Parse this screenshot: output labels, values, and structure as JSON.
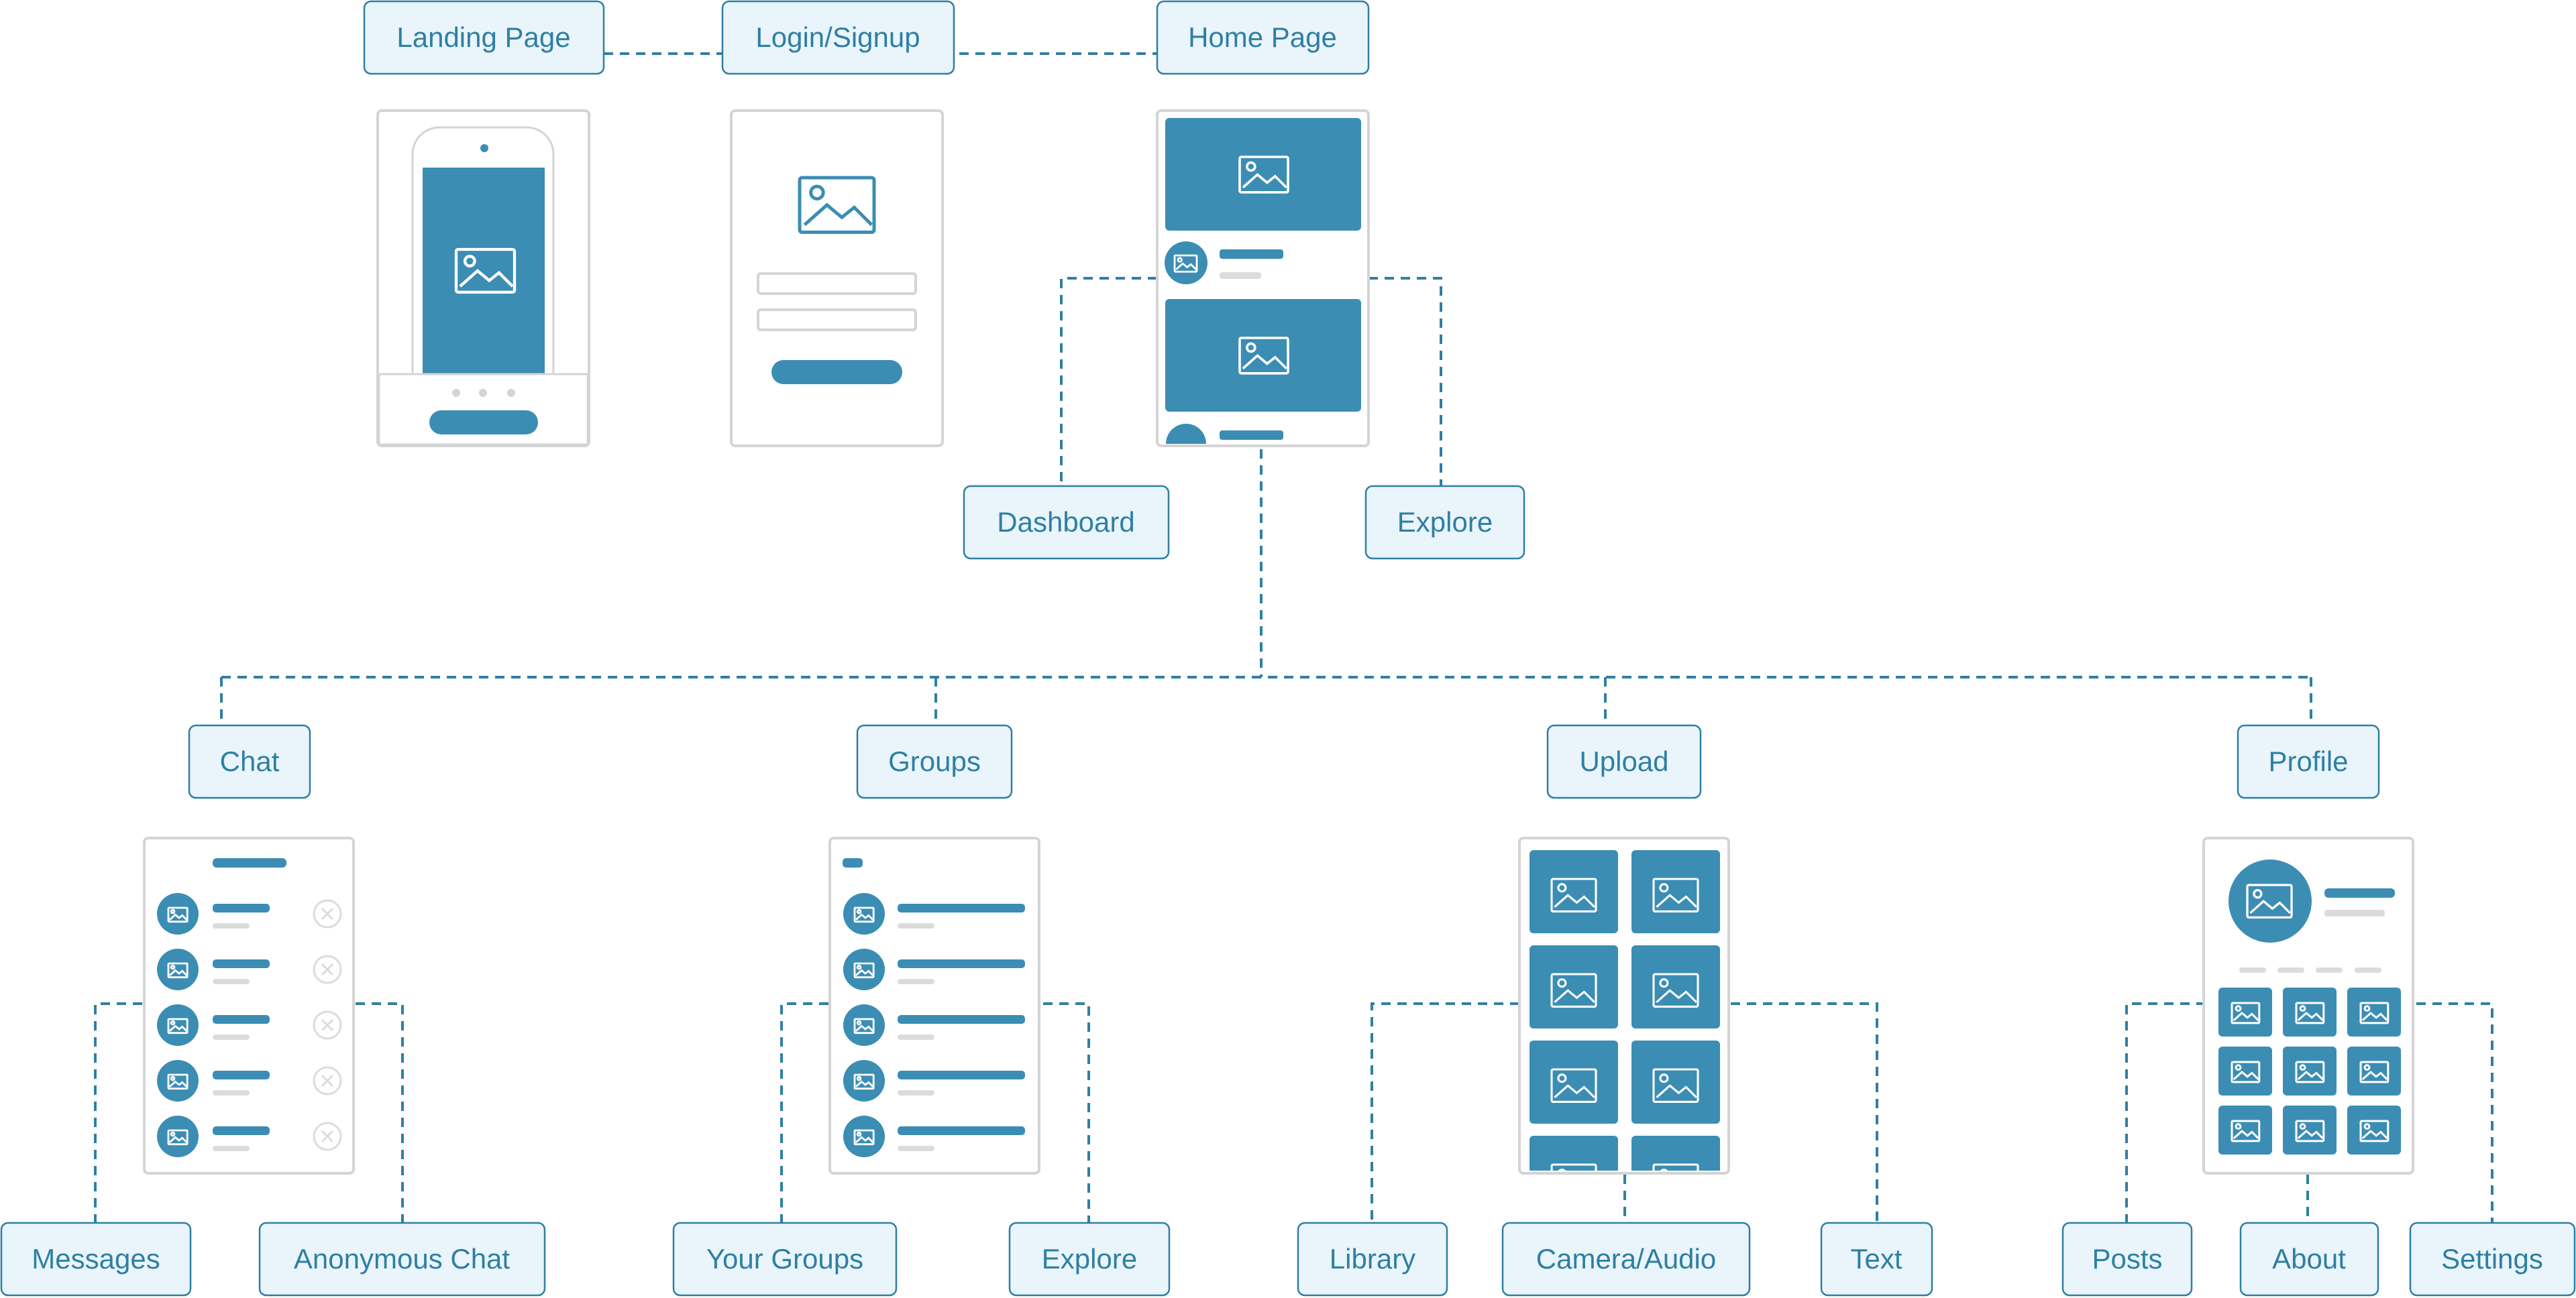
{
  "nodes": {
    "landing": "Landing Page",
    "login": "Login/Signup",
    "home": "Home Page",
    "dashboard": "Dashboard",
    "explore_top": "Explore",
    "chat": "Chat",
    "groups": "Groups",
    "upload": "Upload",
    "profile": "Profile",
    "messages": "Messages",
    "anonymous_chat": "Anonymous Chat",
    "your_groups": "Your Groups",
    "explore_groups": "Explore",
    "library": "Library",
    "camera_audio": "Camera/Audio",
    "text": "Text",
    "posts": "Posts",
    "about": "About",
    "settings": "Settings"
  },
  "colors": {
    "accent": "#3b8db4",
    "node_fill": "#e9f5fb",
    "node_stroke": "#2f7fa3",
    "placeholder_gray": "#dcdcdc",
    "frame_border": "#d4d4d4"
  },
  "icons": {
    "image_placeholder": "image-icon",
    "close": "close-icon"
  }
}
